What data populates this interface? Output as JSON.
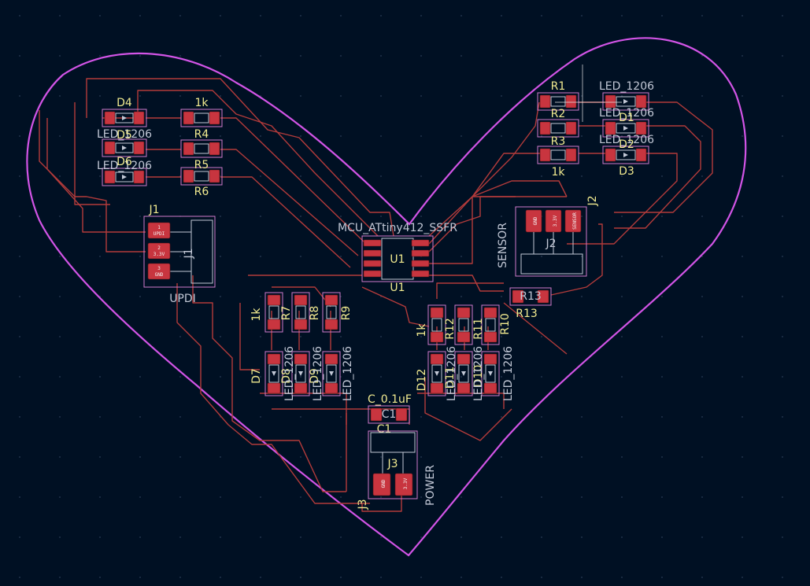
{
  "app": {
    "name": "KiCad PCB Editor",
    "view": "board"
  },
  "colors": {
    "background": "#001023",
    "grid": "#2A3B55",
    "edge_cuts": "#D254E6",
    "copper_trace": "#B33B3B",
    "pad": "#C8353F",
    "silkscreen": "#F2EB90",
    "fab": "#C2C8D6",
    "courtyard": "#D07ACB"
  },
  "board": {
    "outline_shape": "heart"
  },
  "labels": {
    "d4": "D4",
    "d5": "D5",
    "d6": "D6",
    "led1206_a": "LED_1206",
    "led1206_b": "LED_1206",
    "r4_val": "1k",
    "r4": "R4",
    "r5": "R5",
    "r6": "R6",
    "r1": "R1",
    "r2": "R2",
    "r3": "R3",
    "r_right_val": "1k",
    "led1206_c": "LED_1206",
    "led1206_d": "LED_1206",
    "led1206_e": "LED_1206",
    "d1": "D1",
    "d2": "D2",
    "d3": "D3",
    "j1": "J1",
    "j1_fab": "J1",
    "updi": "UPDI",
    "mcu": "MCU_ATtiny412_SSFR",
    "u1_fab": "U1",
    "u1": "U1",
    "j2": "J2",
    "j2_fab": "J2",
    "sensor": "SENSOR",
    "r13": "R13",
    "r13_fab": "R13",
    "r_left_val": "1k",
    "r7": "R7",
    "r8": "R8",
    "r9": "R9",
    "d7": "D7",
    "d8": "D8",
    "d9": "D9",
    "led1206_f": "LED_1206",
    "led1206_g": "LED_1206",
    "led1206_h": "LED_1206",
    "r_mid_val": "1k",
    "r10": "R10",
    "r11": "R11",
    "r12": "R12",
    "d10": "D10",
    "d11": "D11",
    "d12": "D12",
    "led1206_i": "LED_1206",
    "led1206_j": "LED_1206",
    "led1206_k": "LED_1206",
    "c_val": "C_0.1uF",
    "c1": "C1",
    "j3": "J3",
    "j3_fab": "J3",
    "power": "POWER"
  },
  "pads": {
    "updi_pin": "UPDI",
    "v33": "3.3V",
    "gnd": "GND",
    "sensor_pin": "SENSOR",
    "n1": "1",
    "n2": "2",
    "n3": "3"
  }
}
